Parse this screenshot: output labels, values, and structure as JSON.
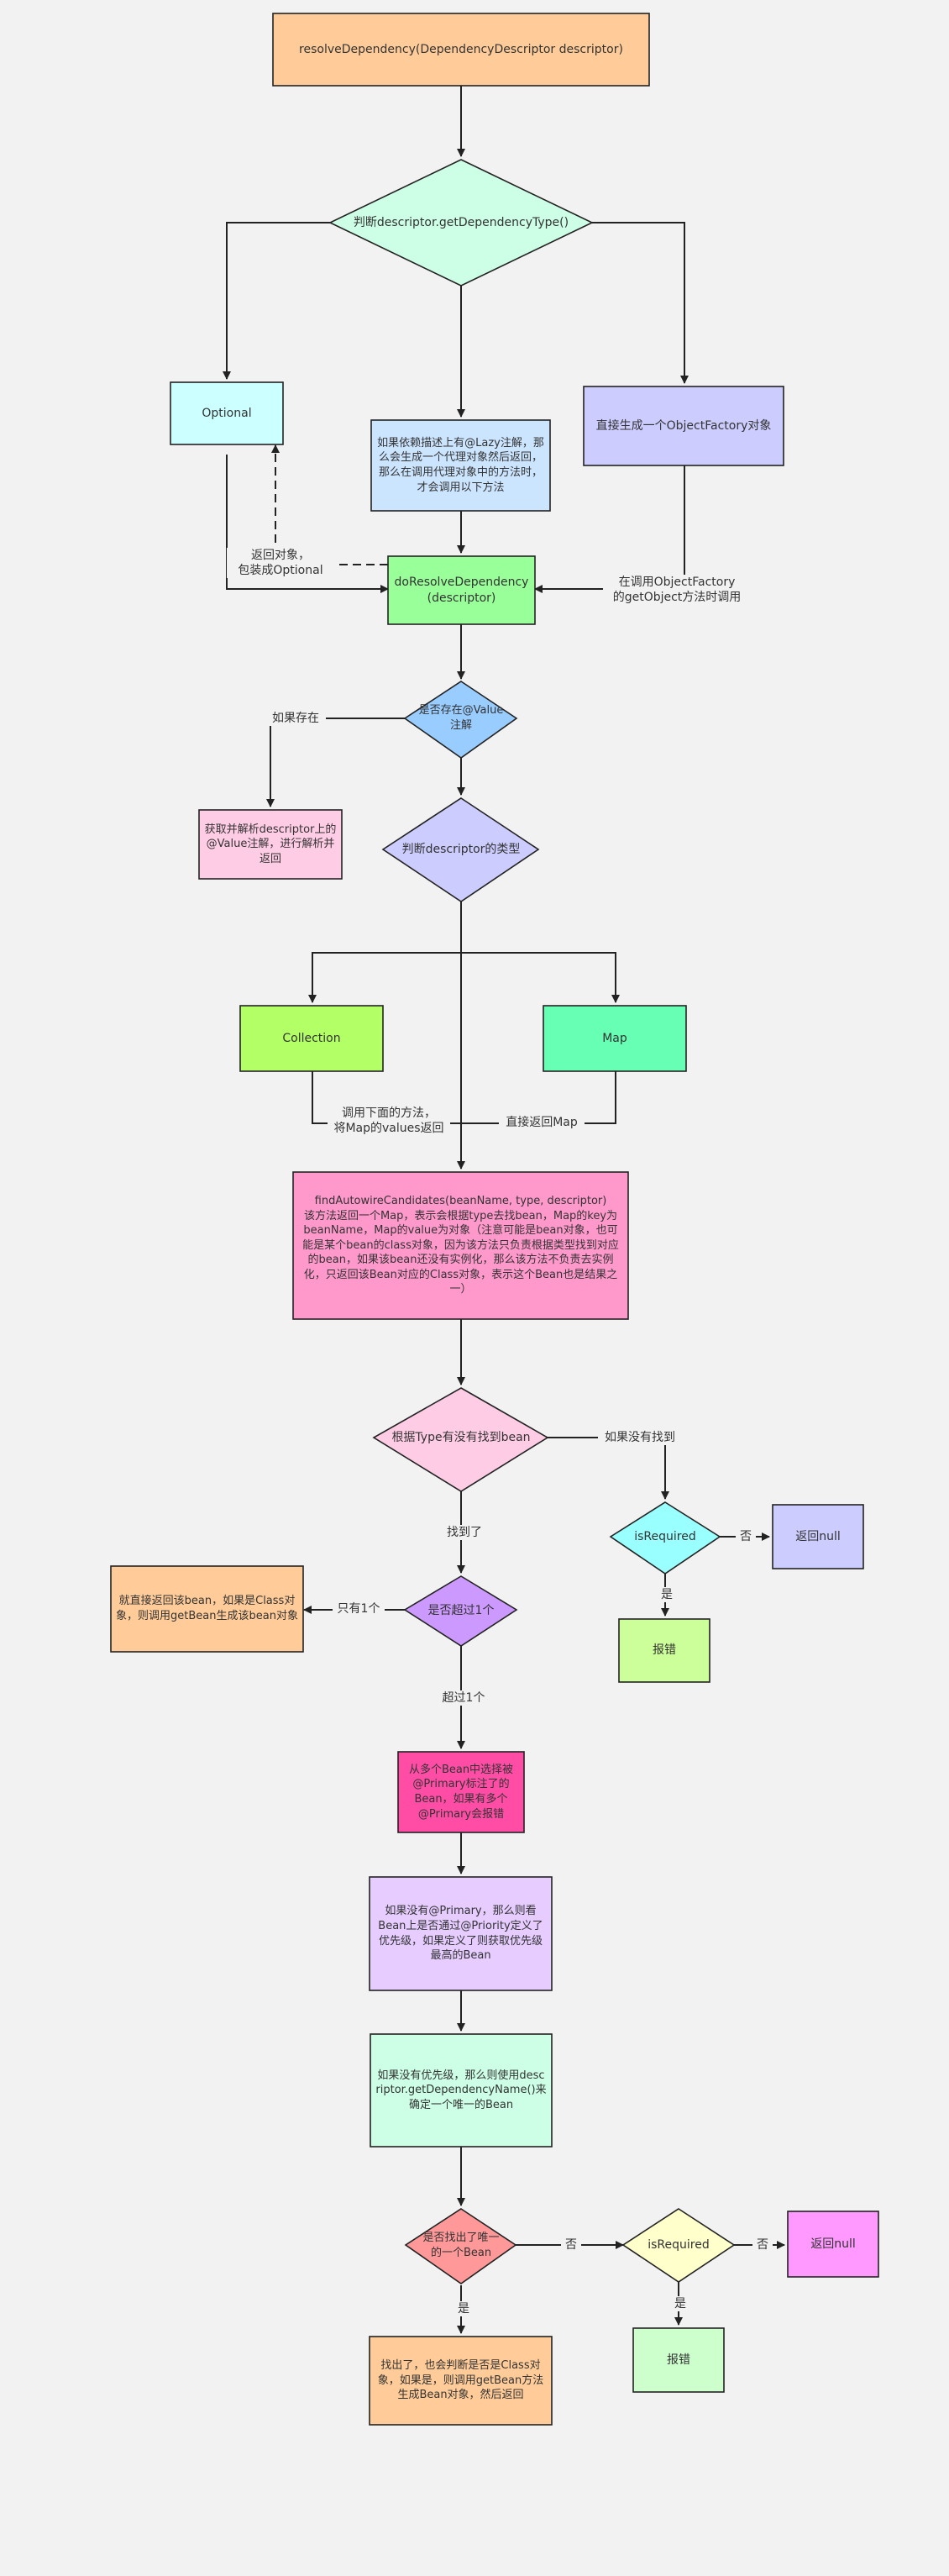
{
  "nodes": {
    "resolve": {
      "text": "resolveDependency(DependencyDescriptor descriptor)",
      "color": "#ffcc99"
    },
    "judge_type": {
      "text": "判断descriptor.getDependencyType()",
      "color": "#ccffe6"
    },
    "optional": {
      "text": "Optional",
      "color": "#ccffff"
    },
    "lazy": {
      "text": "如果依赖描述上有@Lazy注解，那么会生成一个代理对象然后返回，那么在调用代理对象中的方法时，才会调用以下方法",
      "color": "#cce5ff"
    },
    "objfactory": {
      "text": "直接生成一个ObjectFactory对象",
      "color": "#ccccff"
    },
    "do_resolve": {
      "text": "doResolveDependency(descriptor)",
      "color": "#99ff99"
    },
    "value_anno": {
      "text": "是否存在@Value注解",
      "color": "#99ccff"
    },
    "value_parse": {
      "text": "获取并解析descriptor上的@Value注解，进行解析并返回",
      "color": "#ffcce6"
    },
    "desc_type": {
      "text": "判断descriptor的类型",
      "color": "#ccccff"
    },
    "collection": {
      "text": "Collection",
      "color": "#b3ff66"
    },
    "map": {
      "text": "Map",
      "color": "#66ffb3"
    },
    "find_candidates": {
      "text": "findAutowireCandidates(beanName, type, descriptor)\n该方法返回一个Map，表示会根据type去找bean，Map的key为beanName，Map的value为对象（注意可能是bean对象，也可能是某个bean的class对象，因为该方法只负责根据类型找到对应的bean，如果该bean还没有实例化，那么该方法不负责去实例化，只返回该Bean对应的Class对象，表示这个Bean也是结果之一）",
      "color": "#ff99cc"
    },
    "found_by_type": {
      "text": "根据Type有没有找到bean",
      "color": "#ffcce6"
    },
    "is_required_1": {
      "text": "isRequired",
      "color": "#99ffff"
    },
    "return_null_1": {
      "text": "返回null",
      "color": "#ccccff"
    },
    "error_1": {
      "text": "报错",
      "color": "#ccff99"
    },
    "more_than_one": {
      "text": "是否超过1个",
      "color": "#cc99ff"
    },
    "only_one_action": {
      "text": "就直接返回该bean，如果是Class对象，则调用getBean生成该bean对象",
      "color": "#ffcc99"
    },
    "primary": {
      "text": "从多个Bean中选择被@Primary标注了的Bean，如果有多个@Primary会报错",
      "color": "#ff4da6"
    },
    "priority": {
      "text": "如果没有@Primary，那么则看Bean上是否通过@Priority定义了优先级，如果定义了则获取优先级最高的Bean",
      "color": "#e6ccff"
    },
    "by_name": {
      "text": "如果没有优先级，那么则使用descriptor.getDependencyName()来确定一个唯一的Bean",
      "color": "#ccffe6"
    },
    "found_unique": {
      "text": "是否找出了唯一的一个Bean",
      "color": "#ff9999"
    },
    "is_required_2": {
      "text": "isRequired",
      "color": "#ffffcc"
    },
    "return_null_2": {
      "text": "返回null",
      "color": "#ff99ff"
    },
    "error_2": {
      "text": "报错",
      "color": "#ccffcc"
    },
    "final_action": {
      "text": "找出了，也会判断是否是Class对象，如果是，则调用getBean方法生成Bean对象，然后返回",
      "color": "#ffcc99"
    }
  },
  "edge_labels": {
    "optional_return": "返回对象，\n包装成Optional",
    "objfactory_call": "在调用ObjectFactory\n的getObject方法时调用",
    "if_exists": "如果存在",
    "collection_call": "调用下面的方法，\n将Map的values返回",
    "map_return": "直接返回Map",
    "if_not_found": "如果没有找到",
    "no_1": "否",
    "yes_1": "是",
    "found": "找到了",
    "only_one": "只有1个",
    "over_one": "超过1个",
    "no_2": "否",
    "no_3": "否",
    "yes_2": "是",
    "yes_3": "是"
  }
}
